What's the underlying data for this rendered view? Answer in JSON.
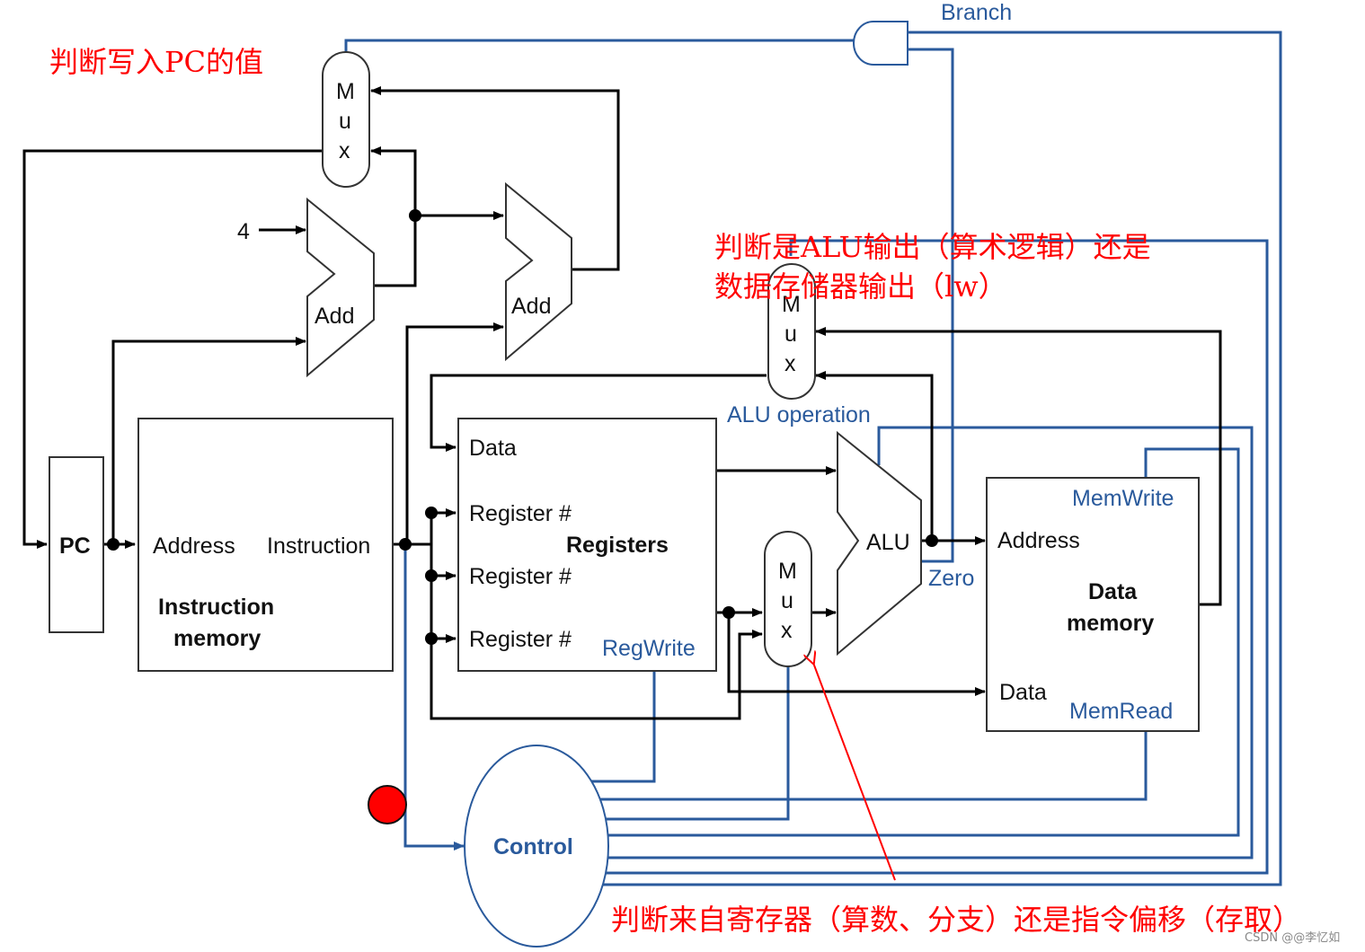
{
  "colors": {
    "control": "#2a5a9c",
    "annotation": "#ff0000",
    "datapath": "#000000"
  },
  "components": {
    "pc": {
      "label": "PC"
    },
    "instruction_memory": {
      "port_in": "Address",
      "port_out": "Instruction",
      "title_line1": "Instruction",
      "title_line2": "memory"
    },
    "adder1": {
      "label": "Add",
      "constant": "4"
    },
    "adder2": {
      "label": "Add"
    },
    "pc_mux": {
      "letters": [
        "M",
        "u",
        "x"
      ]
    },
    "registers": {
      "title": "Registers",
      "ports": [
        "Data",
        "Register #",
        "Register #",
        "Register #"
      ],
      "control": "RegWrite"
    },
    "alu_src_mux": {
      "letters": [
        "M",
        "u",
        "x"
      ]
    },
    "alu": {
      "label": "ALU",
      "zero": "Zero",
      "control": "ALU operation"
    },
    "wb_mux": {
      "letters": [
        "M",
        "u",
        "x"
      ]
    },
    "data_memory": {
      "port_addr": "Address",
      "port_data": "Data",
      "title_line1": "Data",
      "title_line2": "memory",
      "write": "MemWrite",
      "read": "MemRead"
    },
    "control": {
      "label": "Control"
    },
    "branch": {
      "label": "Branch"
    }
  },
  "annotations": {
    "pc_mux": "判断写入PC的值",
    "wb_mux_line1": "判断是ALU输出（算术逻辑）还是",
    "wb_mux_line2": "数据存储器输出（lw）",
    "alu_src_mux": "判断来自寄存器（算数、分支）还是指令偏移（存取）"
  },
  "watermark": "CSDN @@李忆如"
}
